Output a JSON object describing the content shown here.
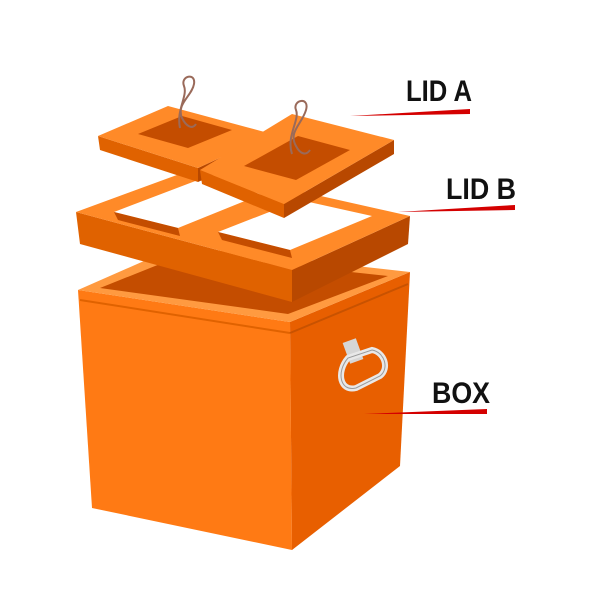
{
  "colors": {
    "box_front": "#ff7a14",
    "box_side": "#e85f00",
    "box_top": "#ff9a40",
    "box_inner": "#c44d00",
    "lid_top": "#ff8a28",
    "lid_edge": "#e06200",
    "lid_dark": "#b84800",
    "handle": "#e8e8e8",
    "leader": "#d40000",
    "wire": "#9a6a5a",
    "label": "#111111"
  },
  "labels": {
    "lid_a": "LID A",
    "lid_b": "LID B",
    "box": "BOX"
  }
}
